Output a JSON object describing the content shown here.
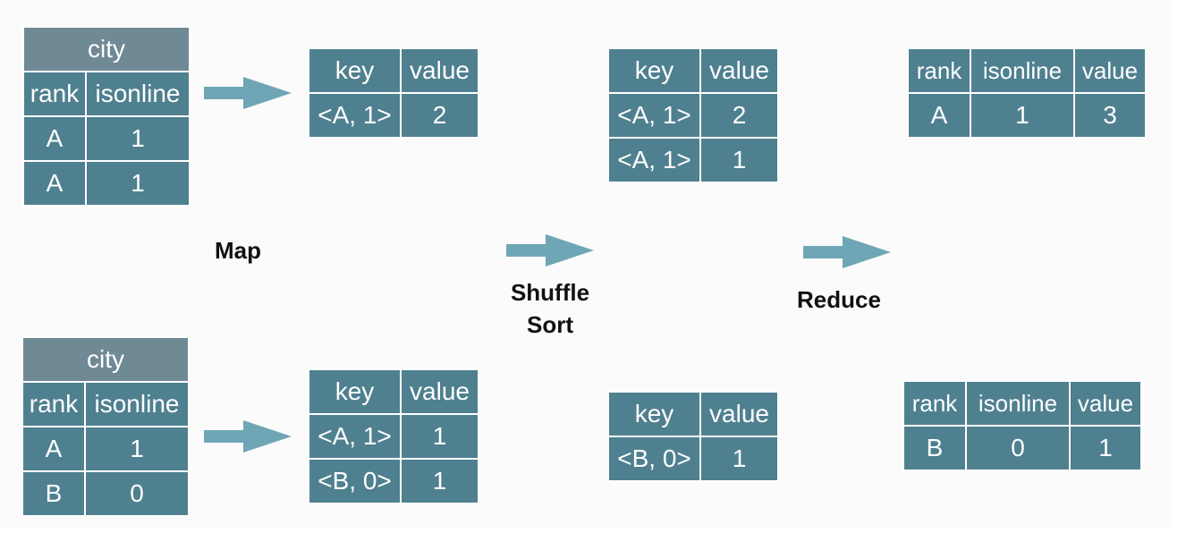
{
  "colors": {
    "cell_fill": "#4f808f",
    "title_fill": "#6f8a94",
    "arrow": "#6fa6b5",
    "cell_text": "#ffffff"
  },
  "labels": {
    "map": "Map",
    "shuffle": "Shuffle",
    "sort": "Sort",
    "reduce": "Reduce"
  },
  "input_tables": [
    {
      "title": "city",
      "headers": [
        "rank",
        "isonline"
      ],
      "rows": [
        [
          "A",
          "1"
        ],
        [
          "A",
          "1"
        ]
      ]
    },
    {
      "title": "city",
      "headers": [
        "rank",
        "isonline"
      ],
      "rows": [
        [
          "A",
          "1"
        ],
        [
          "B",
          "0"
        ]
      ]
    }
  ],
  "map_tables": [
    {
      "headers": [
        "key",
        "value"
      ],
      "rows": [
        [
          "<A, 1>",
          "2"
        ]
      ]
    },
    {
      "headers": [
        "key",
        "value"
      ],
      "rows": [
        [
          "<A, 1>",
          "1"
        ],
        [
          "<B, 0>",
          "1"
        ]
      ]
    }
  ],
  "shuffle_tables": [
    {
      "headers": [
        "key",
        "value"
      ],
      "rows": [
        [
          "<A, 1>",
          "2"
        ],
        [
          "<A, 1>",
          "1"
        ]
      ]
    },
    {
      "headers": [
        "key",
        "value"
      ],
      "rows": [
        [
          "<B, 0>",
          "1"
        ]
      ]
    }
  ],
  "reduce_tables": [
    {
      "headers": [
        "rank",
        "isonline",
        "value"
      ],
      "rows": [
        [
          "A",
          "1",
          "3"
        ]
      ]
    },
    {
      "headers": [
        "rank",
        "isonline",
        "value"
      ],
      "rows": [
        [
          "B",
          "0",
          "1"
        ]
      ]
    }
  ],
  "icons": [
    "arrow-right-icon"
  ]
}
